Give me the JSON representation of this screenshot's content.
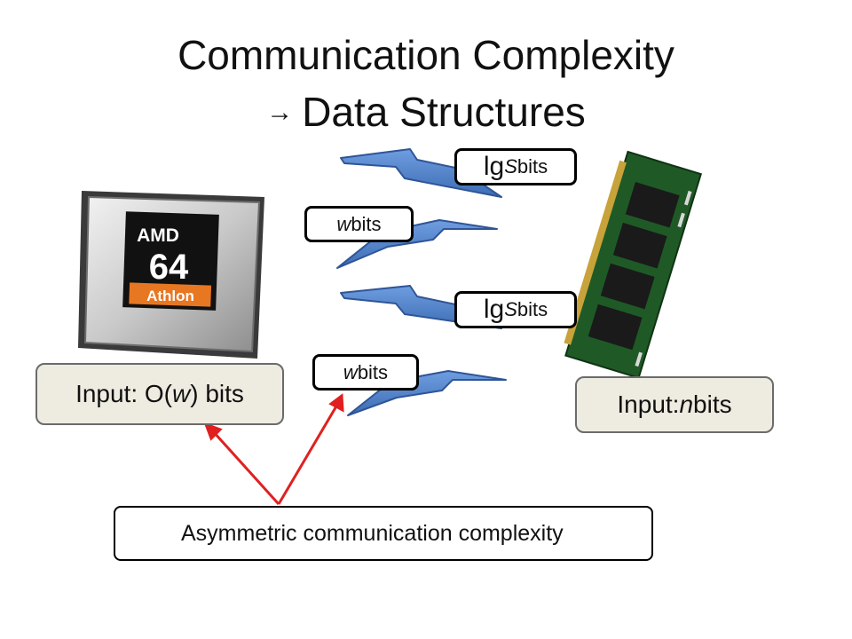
{
  "title": {
    "line1": "Communication Complexity",
    "arrow": "→",
    "line2": "Data Structures"
  },
  "messages": [
    {
      "pre": "lg ",
      "var": "S",
      "post": " bits"
    },
    {
      "pre": "",
      "var": "w",
      "post": " bits"
    },
    {
      "pre": "lg ",
      "var": "S",
      "post": " bits"
    },
    {
      "pre": "",
      "var": "w",
      "post": " bits"
    }
  ],
  "cpu": {
    "brand": "AMD",
    "model_number": "64",
    "model_name": "Athlon",
    "input": {
      "pre": "Input: O(",
      "var": "w",
      "post": ") bits"
    }
  },
  "memory": {
    "input": {
      "pre": "Input: ",
      "var": "n",
      "post": " bits"
    }
  },
  "warning": {
    "icon_glyph": "!",
    "text": "Asymmetric communication complexity"
  },
  "colors": {
    "bolt_fill": "#4f7fc2",
    "bolt_stroke": "#2f5597",
    "arrow": "#e02020",
    "input_fill": "#eeece1",
    "warning_yellow": "#f5c200",
    "pcb_green": "#1f5a26"
  }
}
